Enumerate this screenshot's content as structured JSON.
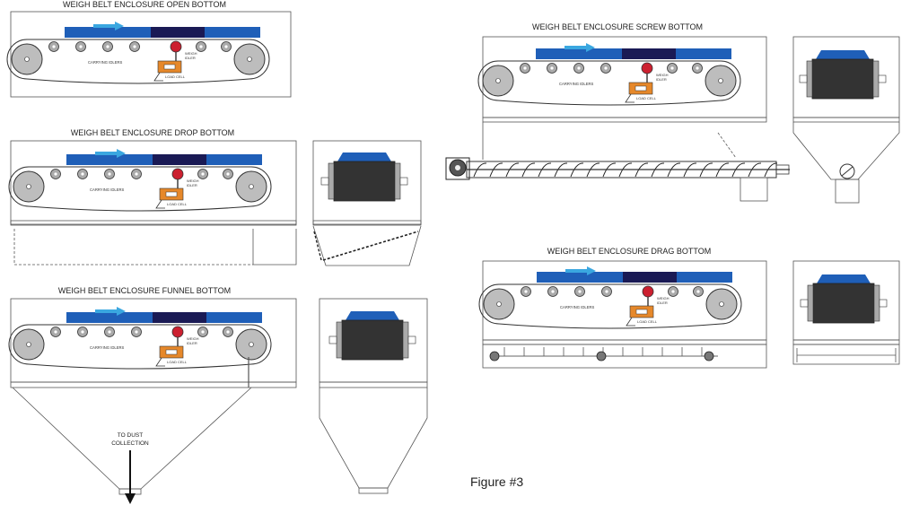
{
  "figure_label": "Figure #3",
  "colors": {
    "belt_blue": "#1f5fb8",
    "weigh_zone": "#1a1a55",
    "arrow": "#3aa7e0",
    "weigh_idler": "#cc2030",
    "load_cell": "#e6882a",
    "material": "#333333",
    "pulley": "#bdbdbd"
  },
  "labels": {
    "carrying_idlers": "CARRYING IDLERS",
    "weigh_idler_1": "WEIGH",
    "weigh_idler_2": "IDLER",
    "load_cell": "LOAD CELL",
    "dust_1": "TO DUST",
    "dust_2": "COLLECTION"
  },
  "panels": {
    "open_bottom": {
      "title": "WEIGH BELT ENCLOSURE OPEN BOTTOM"
    },
    "drop_bottom": {
      "title": "WEIGH BELT ENCLOSURE DROP BOTTOM"
    },
    "funnel_bottom": {
      "title": "WEIGH BELT ENCLOSURE FUNNEL BOTTOM"
    },
    "screw_bottom": {
      "title": "WEIGH BELT ENCLOSURE SCREW BOTTOM"
    },
    "drag_bottom": {
      "title": "WEIGH BELT ENCLOSURE DRAG BOTTOM"
    }
  }
}
